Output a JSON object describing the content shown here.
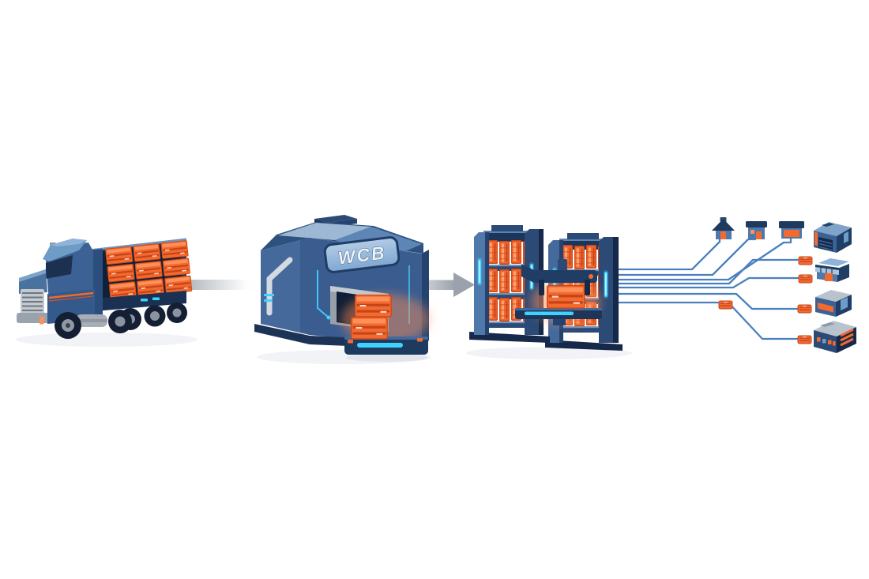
{
  "diagram": {
    "type": "warehouse-distribution-flow-illustration",
    "warehouse": {
      "label": "WCB"
    },
    "flow": [
      {
        "id": "inbound-truck",
        "name": "delivery-truck-with-crates"
      },
      {
        "id": "warehouse",
        "name": "wcb-warehouse-with-agv"
      },
      {
        "id": "storage-racks",
        "name": "automated-storage-racks-with-shuttle-robot"
      },
      {
        "id": "distribution",
        "name": "routes-to-destinations"
      }
    ],
    "truck": {
      "crate_rows": 3,
      "crate_columns": 3
    },
    "agv": {
      "stacked_crates": 2
    },
    "racks": {
      "units": 2,
      "shelves_per_unit": 3,
      "bins_per_shelf": 4
    },
    "destinations": [
      {
        "icon": "house-icon"
      },
      {
        "icon": "small-shop-icon"
      },
      {
        "icon": "storefront-icon"
      },
      {
        "icon": "garage-depot-icon"
      },
      {
        "icon": "awning-store-icon"
      },
      {
        "icon": "retail-unit-icon"
      },
      {
        "icon": "industrial-unit-icon"
      }
    ],
    "connections": [
      {
        "to": "house",
        "packages_on_route": 0
      },
      {
        "to": "small-shop",
        "packages_on_route": 0
      },
      {
        "to": "storefront",
        "packages_on_route": 0
      },
      {
        "to": "garage-depot",
        "packages_on_route": 1
      },
      {
        "to": "awning-store",
        "packages_on_route": 1
      },
      {
        "to": "retail-unit",
        "packages_on_route": 1
      },
      {
        "to": "industrial-unit",
        "packages_on_route": 2
      }
    ],
    "package_markers": 5,
    "colors": {
      "navy": "#1e3a5f",
      "navyDeep": "#16294a",
      "blue": "#3c6295",
      "blueMid": "#4f79ab",
      "blueLight": "#8fb3d9",
      "steel": "#b9c3cd",
      "cyan": "#3fd2ff",
      "orange": "#f26a2e",
      "orangeDark": "#cf4716",
      "orangeLight": "#ff9059",
      "line": "#4a80c0",
      "arrowGray": "#9aa2ab"
    }
  }
}
